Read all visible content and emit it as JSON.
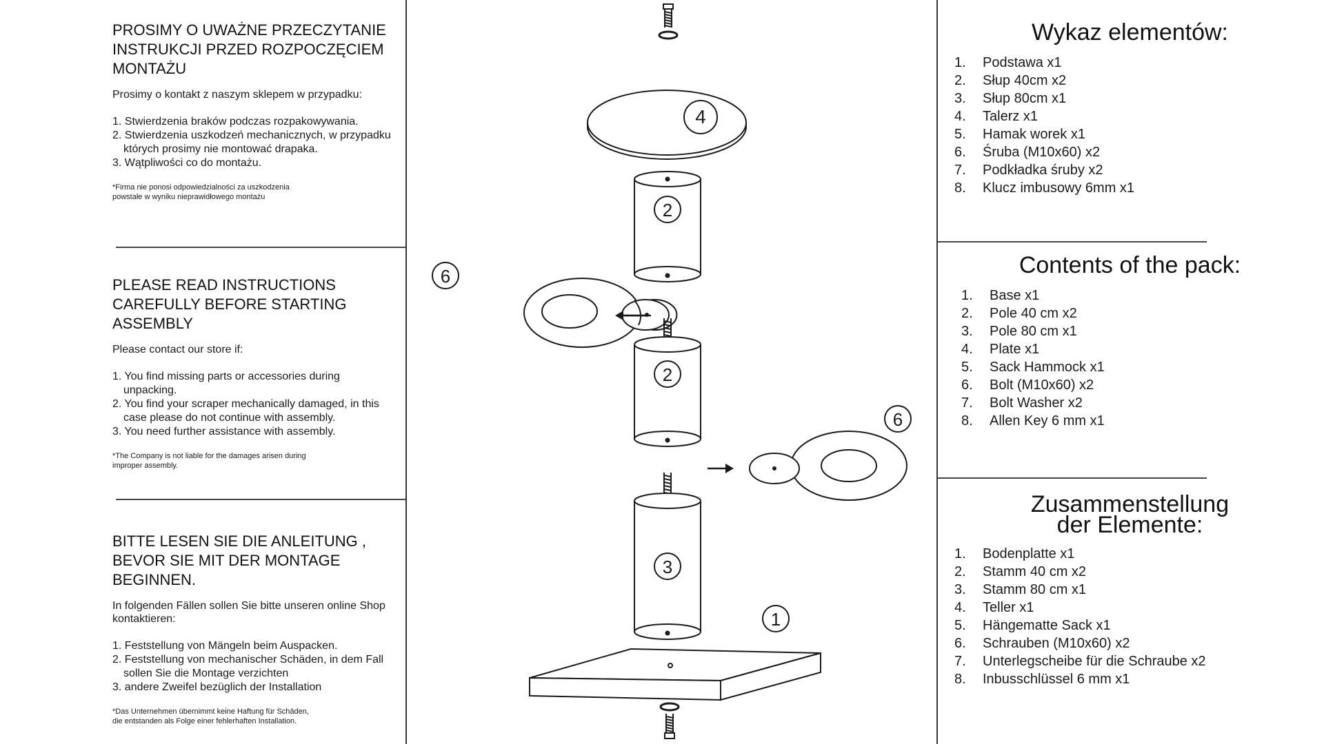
{
  "left": {
    "polish": {
      "title": "PROSIMY O UWAŻNE PRZECZYTANIE INSTRUKCJI PRZED ROZPOCZĘCIEM MONTAŻU",
      "intro": "Prosimy o kontakt z naszym sklepem w przypadku:",
      "items": [
        "1. Stwierdzenia braków podczas rozpakowywania.",
        "2. Stwierdzenia uszkodzeń mechanicznych, w przypadku których prosimy nie montować drapaka.",
        "3. Wątpliwości co do montażu."
      ],
      "note": "*Firma nie ponosi odpowiedzialności za uszkodzenia powstałe w wyniku nieprawidłowego montażu"
    },
    "english": {
      "title": "PLEASE READ INSTRUCTIONS CAREFULLY BEFORE STARTING ASSEMBLY",
      "intro": "Please contact our store if:",
      "items": [
        "1. You find missing parts or accessories during unpacking.",
        "2. You find your scraper mechanically damaged, in this case please do not continue with assembly.",
        "3. You need further assistance with assembly."
      ],
      "note": "*The Company is not liable for the damages arisen during improper assembly."
    },
    "german": {
      "title": "BITTE LESEN SIE DIE ANLEITUNG , BEVOR SIE MIT DER MONTAGE BEGINNEN.",
      "intro": "In folgenden Fällen sollen Sie bitte unseren online Shop kontaktieren:",
      "items": [
        "1. Feststellung von Mängeln beim Auspacken.",
        "2. Feststellung von mechanischer Schäden, in dem Fall sollen Sie die Montage verzichten",
        "3. andere Zweifel bezüglich der Installation"
      ],
      "note": "*Das Unternehmen übernimmt keine Haftung für Schäden, die entstanden als Folge einer fehlerhaften Installation."
    }
  },
  "right": {
    "polish": {
      "title": "Wykaz elementów:",
      "items": [
        {
          "n": "1.",
          "t": "Podstawa x1"
        },
        {
          "n": "2.",
          "t": "Słup 40cm x2"
        },
        {
          "n": "3.",
          "t": "Słup 80cm x1"
        },
        {
          "n": "4.",
          "t": "Talerz x1"
        },
        {
          "n": "5.",
          "t": "Hamak worek x1"
        },
        {
          "n": "6.",
          "t": "Śruba (M10x60) x2"
        },
        {
          "n": "7.",
          "t": "Podkładka śruby x2"
        },
        {
          "n": "8.",
          "t": "Klucz imbusowy 6mm x1"
        }
      ]
    },
    "english": {
      "title": "Contents of the pack:",
      "items": [
        {
          "n": "1.",
          "t": "Base x1"
        },
        {
          "n": "2.",
          "t": "Pole 40 cm x2"
        },
        {
          "n": "3.",
          "t": "Pole 80 cm x1"
        },
        {
          "n": "4.",
          "t": "Plate x1"
        },
        {
          "n": "5.",
          "t": "Sack Hammock x1"
        },
        {
          "n": "6.",
          "t": "Bolt (M10x60) x2"
        },
        {
          "n": "7.",
          "t": "Bolt Washer x2"
        },
        {
          "n": "8.",
          "t": "Allen Key 6 mm x1"
        }
      ]
    },
    "german": {
      "title_line1": "Zusammenstellung",
      "title_line2": "der Elemente:",
      "items": [
        {
          "n": "1.",
          "t": "Bodenplatte x1"
        },
        {
          "n": "2.",
          "t": "Stamm 40 cm x2"
        },
        {
          "n": "3.",
          "t": "Stamm 80 cm x1"
        },
        {
          "n": "4.",
          "t": "Teller x1"
        },
        {
          "n": "5.",
          "t": "Hängematte Sack x1"
        },
        {
          "n": "6.",
          "t": "Schrauben (M10x60) x2"
        },
        {
          "n": "7.",
          "t": "Unterlegscheibe für die Schraube x2"
        },
        {
          "n": "8.",
          "t": "Inbusschlüssel 6 mm x1"
        }
      ]
    }
  },
  "diagram": {
    "part_labels": {
      "base": "1",
      "pole_40_top": "2",
      "pole_40_mid": "2",
      "pole_80": "3",
      "plate": "4",
      "ring_left": "6",
      "ring_right": "6"
    }
  }
}
